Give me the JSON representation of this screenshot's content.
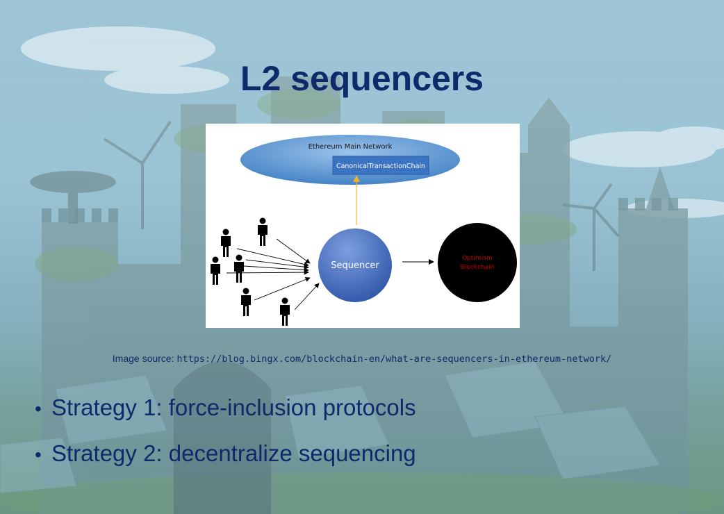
{
  "slide": {
    "title": "L2 sequencers"
  },
  "diagram": {
    "network_label": "Ethereum Main Network",
    "chain_box_label": "CanonicalTransactionChain",
    "sequencer_label": "Sequencer",
    "optimism_line1": "Optimism",
    "optimism_line2": "Blockchain",
    "colors": {
      "ellipse": "#5b9bd5",
      "sequencer": "#4472c4",
      "optimism_text": "#c00000",
      "arrow_up": "#f0b323"
    }
  },
  "caption": {
    "prefix": "Image source: ",
    "url": "https://blog.bingx.com/blockchain-en/what-are-sequencers-in-ethereum-network/"
  },
  "bullets": [
    "Strategy 1: force-inclusion protocols",
    "Strategy 2: decentralize sequencing"
  ],
  "bullet_glyph": "•"
}
